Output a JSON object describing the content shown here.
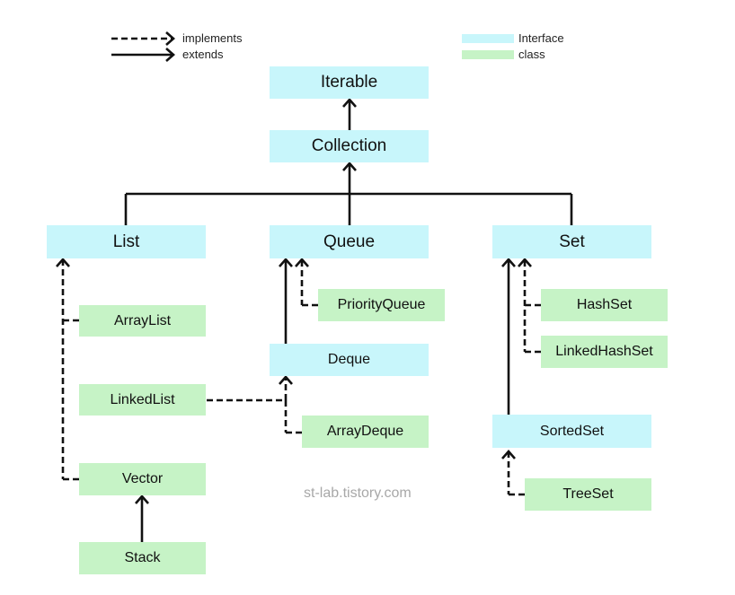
{
  "legend": {
    "implements_label": "implements",
    "extends_label": "extends",
    "interface_label": "Interface",
    "class_label": "class",
    "interface_color": "#c8f6fb",
    "class_color": "#c6f3c6"
  },
  "nodes": {
    "iterable": "Iterable",
    "collection": "Collection",
    "list": "List",
    "queue": "Queue",
    "set": "Set",
    "arraylist": "ArrayList",
    "linkedlist": "LinkedList",
    "vector": "Vector",
    "stack": "Stack",
    "priorityqueue": "PriorityQueue",
    "deque": "Deque",
    "arraydeque": "ArrayDeque",
    "hashset": "HashSet",
    "linkedhashset": "LinkedHashSet",
    "sortedset": "SortedSet",
    "treeset": "TreeSet"
  },
  "watermark": "st-lab.tistory.com"
}
